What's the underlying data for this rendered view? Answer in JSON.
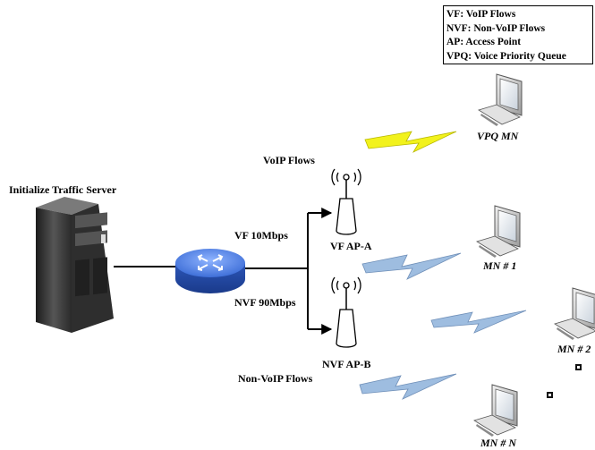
{
  "legend": {
    "items": [
      "VF: VoIP Flows",
      "NVF: Non-VoIP Flows",
      "AP: Access Point",
      "VPQ: Voice Priority Queue"
    ]
  },
  "server": {
    "label": "Initialize Traffic Server"
  },
  "links": {
    "vf_label": "VF 10Mbps",
    "nvf_label": "NVF 90Mbps"
  },
  "flows": {
    "voip_label": "VoIP Flows",
    "nonvoip_label": "Non-VoIP Flows"
  },
  "access_points": [
    {
      "label": "VF AP-A"
    },
    {
      "label": "NVF AP-B"
    }
  ],
  "mobile_nodes": [
    {
      "label": "VPQ MN"
    },
    {
      "label": "MN # 1"
    },
    {
      "label": "MN # 2"
    },
    {
      "label": "MN # N"
    }
  ],
  "colors": {
    "voice_signal": "#f2f21c",
    "data_signal": "#8fb1d8",
    "router": "#3f6fd8",
    "server": "#3a3a3a"
  }
}
